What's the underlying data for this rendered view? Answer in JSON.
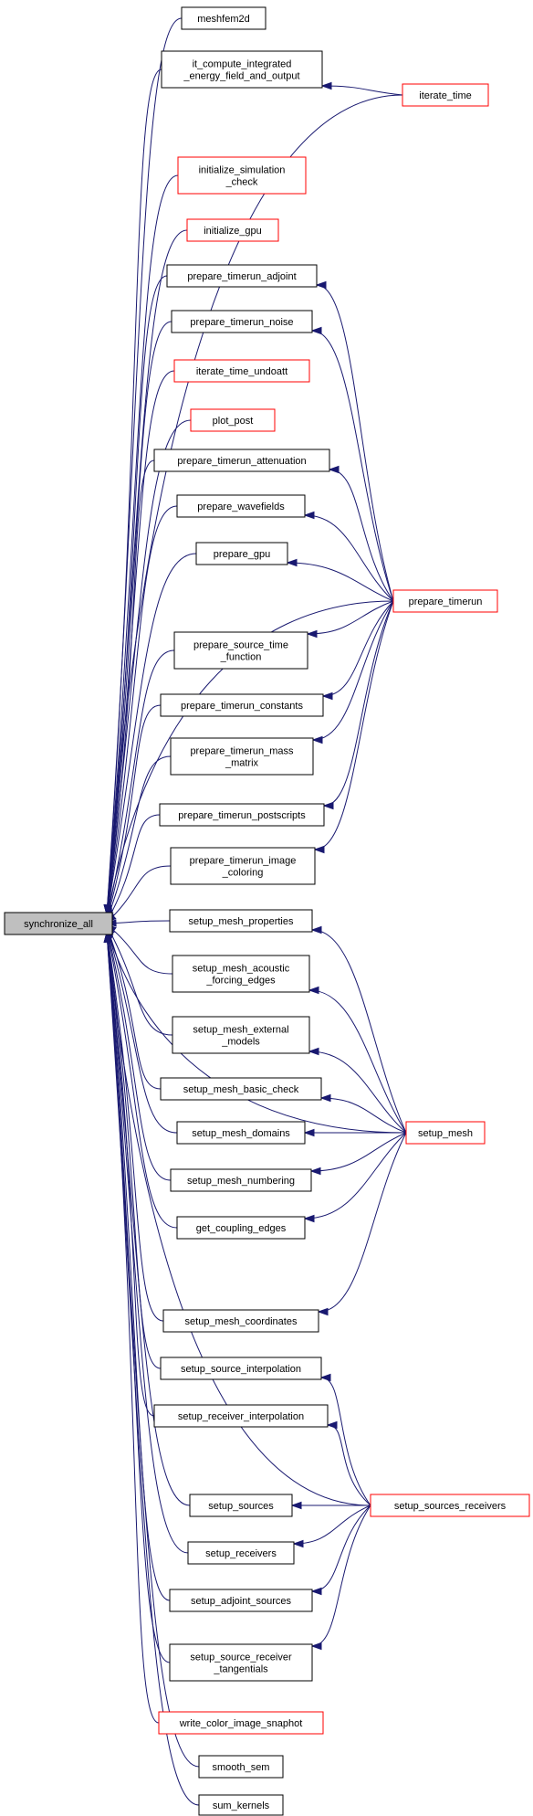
{
  "graph": {
    "root": "synchronize_all",
    "colors": {
      "edge": "#191970",
      "border_default": "#000000",
      "border_truncated": "#ff0000",
      "root_fill": "#bfbfbf"
    },
    "nodes": [
      {
        "id": "synchronize_all",
        "lines": [
          "synchronize_all"
        ],
        "style": "root"
      },
      {
        "id": "meshfem2d",
        "lines": [
          "meshfem2d"
        ],
        "style": "normal"
      },
      {
        "id": "it_compute_integrated_energy_field_and_output",
        "lines": [
          "it_compute_integrated",
          "_energy_field_and_output"
        ],
        "style": "normal"
      },
      {
        "id": "iterate_time",
        "lines": [
          "iterate_time"
        ],
        "style": "truncated"
      },
      {
        "id": "initialize_simulation_check",
        "lines": [
          "initialize_simulation",
          "_check"
        ],
        "style": "truncated"
      },
      {
        "id": "initialize_gpu",
        "lines": [
          "initialize_gpu"
        ],
        "style": "truncated"
      },
      {
        "id": "prepare_timerun_adjoint",
        "lines": [
          "prepare_timerun_adjoint"
        ],
        "style": "normal"
      },
      {
        "id": "prepare_timerun_noise",
        "lines": [
          "prepare_timerun_noise"
        ],
        "style": "normal"
      },
      {
        "id": "iterate_time_undoatt",
        "lines": [
          "iterate_time_undoatt"
        ],
        "style": "truncated"
      },
      {
        "id": "plot_post",
        "lines": [
          "plot_post"
        ],
        "style": "truncated"
      },
      {
        "id": "prepare_timerun_attenuation",
        "lines": [
          "prepare_timerun_attenuation"
        ],
        "style": "normal"
      },
      {
        "id": "prepare_wavefields",
        "lines": [
          "prepare_wavefields"
        ],
        "style": "normal"
      },
      {
        "id": "prepare_gpu",
        "lines": [
          "prepare_gpu"
        ],
        "style": "normal"
      },
      {
        "id": "prepare_timerun",
        "lines": [
          "prepare_timerun"
        ],
        "style": "truncated"
      },
      {
        "id": "prepare_source_time_function",
        "lines": [
          "prepare_source_time",
          "_function"
        ],
        "style": "normal"
      },
      {
        "id": "prepare_timerun_constants",
        "lines": [
          "prepare_timerun_constants"
        ],
        "style": "normal"
      },
      {
        "id": "prepare_timerun_mass_matrix",
        "lines": [
          "prepare_timerun_mass",
          "_matrix"
        ],
        "style": "normal"
      },
      {
        "id": "prepare_timerun_postscripts",
        "lines": [
          "prepare_timerun_postscripts"
        ],
        "style": "normal"
      },
      {
        "id": "prepare_timerun_image_coloring",
        "lines": [
          "prepare_timerun_image",
          "_coloring"
        ],
        "style": "normal"
      },
      {
        "id": "setup_mesh_properties",
        "lines": [
          "setup_mesh_properties"
        ],
        "style": "normal"
      },
      {
        "id": "setup_mesh_acoustic_forcing_edges",
        "lines": [
          "setup_mesh_acoustic",
          "_forcing_edges"
        ],
        "style": "normal"
      },
      {
        "id": "setup_mesh_external_models",
        "lines": [
          "setup_mesh_external",
          "_models"
        ],
        "style": "normal"
      },
      {
        "id": "setup_mesh_basic_check",
        "lines": [
          "setup_mesh_basic_check"
        ],
        "style": "normal"
      },
      {
        "id": "setup_mesh",
        "lines": [
          "setup_mesh"
        ],
        "style": "truncated"
      },
      {
        "id": "setup_mesh_domains",
        "lines": [
          "setup_mesh_domains"
        ],
        "style": "normal"
      },
      {
        "id": "setup_mesh_numbering",
        "lines": [
          "setup_mesh_numbering"
        ],
        "style": "normal"
      },
      {
        "id": "get_coupling_edges",
        "lines": [
          "get_coupling_edges"
        ],
        "style": "normal"
      },
      {
        "id": "setup_mesh_coordinates",
        "lines": [
          "setup_mesh_coordinates"
        ],
        "style": "normal"
      },
      {
        "id": "setup_source_interpolation",
        "lines": [
          "setup_source_interpolation"
        ],
        "style": "normal"
      },
      {
        "id": "setup_receiver_interpolation",
        "lines": [
          "setup_receiver_interpolation"
        ],
        "style": "normal"
      },
      {
        "id": "setup_sources",
        "lines": [
          "setup_sources"
        ],
        "style": "normal"
      },
      {
        "id": "setup_sources_receivers",
        "lines": [
          "setup_sources_receivers"
        ],
        "style": "truncated"
      },
      {
        "id": "setup_receivers",
        "lines": [
          "setup_receivers"
        ],
        "style": "normal"
      },
      {
        "id": "setup_adjoint_sources",
        "lines": [
          "setup_adjoint_sources"
        ],
        "style": "normal"
      },
      {
        "id": "setup_source_receiver_tangentials",
        "lines": [
          "setup_source_receiver",
          "_tangentials"
        ],
        "style": "normal"
      },
      {
        "id": "write_color_image_snaphot",
        "lines": [
          "write_color_image_snaphot"
        ],
        "style": "truncated"
      },
      {
        "id": "smooth_sem",
        "lines": [
          "smooth_sem"
        ],
        "style": "normal"
      },
      {
        "id": "sum_kernels",
        "lines": [
          "sum_kernels"
        ],
        "style": "normal"
      }
    ],
    "edges": [
      [
        "synchronize_all",
        "meshfem2d"
      ],
      [
        "synchronize_all",
        "it_compute_integrated_energy_field_and_output"
      ],
      [
        "synchronize_all",
        "iterate_time"
      ],
      [
        "synchronize_all",
        "initialize_simulation_check"
      ],
      [
        "synchronize_all",
        "initialize_gpu"
      ],
      [
        "synchronize_all",
        "prepare_timerun_adjoint"
      ],
      [
        "synchronize_all",
        "prepare_timerun_noise"
      ],
      [
        "synchronize_all",
        "iterate_time_undoatt"
      ],
      [
        "synchronize_all",
        "plot_post"
      ],
      [
        "synchronize_all",
        "prepare_timerun_attenuation"
      ],
      [
        "synchronize_all",
        "prepare_wavefields"
      ],
      [
        "synchronize_all",
        "prepare_gpu"
      ],
      [
        "synchronize_all",
        "prepare_timerun"
      ],
      [
        "synchronize_all",
        "prepare_source_time_function"
      ],
      [
        "synchronize_all",
        "prepare_timerun_constants"
      ],
      [
        "synchronize_all",
        "prepare_timerun_mass_matrix"
      ],
      [
        "synchronize_all",
        "prepare_timerun_postscripts"
      ],
      [
        "synchronize_all",
        "prepare_timerun_image_coloring"
      ],
      [
        "synchronize_all",
        "setup_mesh_properties"
      ],
      [
        "synchronize_all",
        "setup_mesh_acoustic_forcing_edges"
      ],
      [
        "synchronize_all",
        "setup_mesh_external_models"
      ],
      [
        "synchronize_all",
        "setup_mesh_basic_check"
      ],
      [
        "synchronize_all",
        "setup_mesh_domains"
      ],
      [
        "synchronize_all",
        "setup_mesh_numbering"
      ],
      [
        "synchronize_all",
        "get_coupling_edges"
      ],
      [
        "synchronize_all",
        "setup_mesh"
      ],
      [
        "synchronize_all",
        "setup_mesh_coordinates"
      ],
      [
        "synchronize_all",
        "setup_source_interpolation"
      ],
      [
        "synchronize_all",
        "setup_receiver_interpolation"
      ],
      [
        "synchronize_all",
        "setup_sources_receivers"
      ],
      [
        "synchronize_all",
        "setup_sources"
      ],
      [
        "synchronize_all",
        "setup_receivers"
      ],
      [
        "synchronize_all",
        "setup_adjoint_sources"
      ],
      [
        "synchronize_all",
        "setup_source_receiver_tangentials"
      ],
      [
        "synchronize_all",
        "write_color_image_snaphot"
      ],
      [
        "synchronize_all",
        "smooth_sem"
      ],
      [
        "synchronize_all",
        "sum_kernels"
      ],
      [
        "it_compute_integrated_energy_field_and_output",
        "iterate_time"
      ],
      [
        "prepare_timerun_adjoint",
        "prepare_timerun"
      ],
      [
        "prepare_timerun_noise",
        "prepare_timerun"
      ],
      [
        "prepare_timerun_attenuation",
        "prepare_timerun"
      ],
      [
        "prepare_wavefields",
        "prepare_timerun"
      ],
      [
        "prepare_gpu",
        "prepare_timerun"
      ],
      [
        "prepare_source_time_function",
        "prepare_timerun"
      ],
      [
        "prepare_timerun_constants",
        "prepare_timerun"
      ],
      [
        "prepare_timerun_mass_matrix",
        "prepare_timerun"
      ],
      [
        "prepare_timerun_postscripts",
        "prepare_timerun"
      ],
      [
        "prepare_timerun_image_coloring",
        "prepare_timerun"
      ],
      [
        "setup_mesh_properties",
        "setup_mesh"
      ],
      [
        "setup_mesh_acoustic_forcing_edges",
        "setup_mesh"
      ],
      [
        "setup_mesh_external_models",
        "setup_mesh"
      ],
      [
        "setup_mesh_basic_check",
        "setup_mesh"
      ],
      [
        "setup_mesh_domains",
        "setup_mesh"
      ],
      [
        "setup_mesh_numbering",
        "setup_mesh"
      ],
      [
        "get_coupling_edges",
        "setup_mesh"
      ],
      [
        "setup_mesh_coordinates",
        "setup_mesh"
      ],
      [
        "setup_source_interpolation",
        "setup_sources_receivers"
      ],
      [
        "setup_receiver_interpolation",
        "setup_sources_receivers"
      ],
      [
        "setup_sources",
        "setup_sources_receivers"
      ],
      [
        "setup_receivers",
        "setup_sources_receivers"
      ],
      [
        "setup_adjoint_sources",
        "setup_sources_receivers"
      ],
      [
        "setup_source_receiver_tangentials",
        "setup_sources_receivers"
      ]
    ]
  }
}
